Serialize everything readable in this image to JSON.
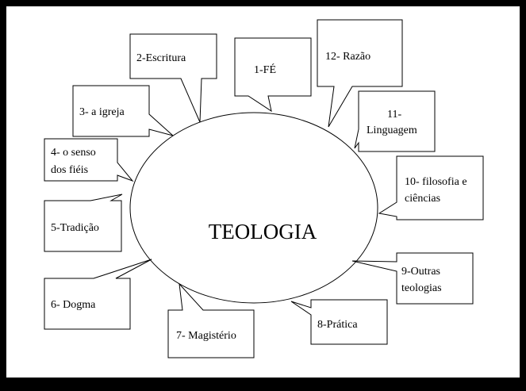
{
  "diagram": {
    "center": "TEOLOGIA",
    "items": [
      {
        "lines": [
          "1-FÉ"
        ]
      },
      {
        "lines": [
          "2-Escritura"
        ]
      },
      {
        "lines": [
          "3- a igreja"
        ]
      },
      {
        "lines": [
          "4- o senso",
          "dos fiéis"
        ]
      },
      {
        "lines": [
          "5-Tradição"
        ]
      },
      {
        "lines": [
          "6- Dogma"
        ]
      },
      {
        "lines": [
          "7- Magistério"
        ]
      },
      {
        "lines": [
          "8-Prática"
        ]
      },
      {
        "lines": [
          "9-Outras",
          "teologias"
        ]
      },
      {
        "lines": [
          "10- filosofia e",
          "ciências"
        ]
      },
      {
        "lines": [
          "11-",
          "Linguagem"
        ]
      },
      {
        "lines": [
          "12- Razão"
        ]
      }
    ]
  }
}
